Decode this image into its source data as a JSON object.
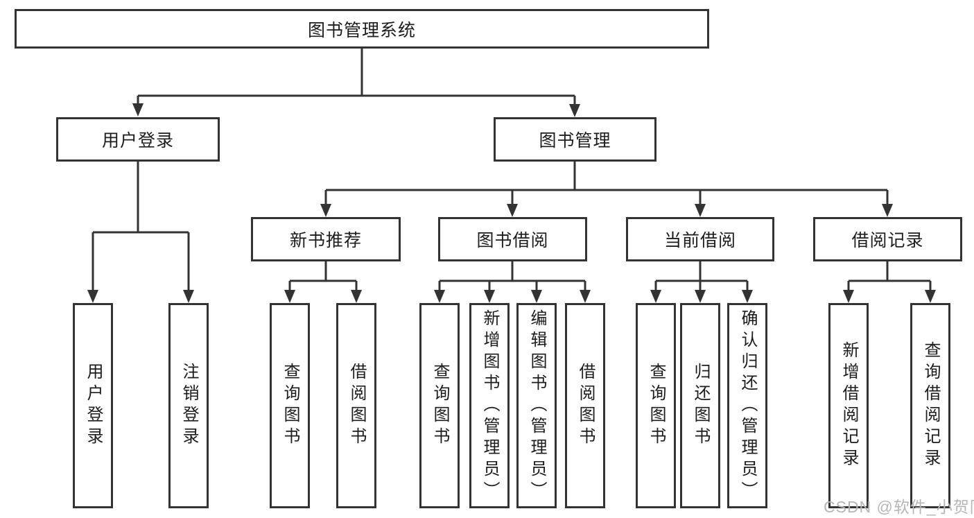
{
  "diagram": {
    "root": {
      "label": "图书管理系统"
    },
    "level2": [
      {
        "label": "用户登录"
      },
      {
        "label": "图书管理"
      }
    ],
    "level3": [
      {
        "label": "新书推荐"
      },
      {
        "label": "图书借阅"
      },
      {
        "label": "当前借阅"
      },
      {
        "label": "借阅记录"
      }
    ],
    "leaves": [
      {
        "label": "用户登录"
      },
      {
        "label": "注销登录"
      },
      {
        "label": "查询图书"
      },
      {
        "label": "借阅图书"
      },
      {
        "label": "查询图书"
      },
      {
        "label": "新增图书（管理员）"
      },
      {
        "label": "编辑图书（管理员）"
      },
      {
        "label": "借阅图书"
      },
      {
        "label": "查询图书"
      },
      {
        "label": "归还图书"
      },
      {
        "label": "确认归还（管理员）"
      },
      {
        "label": "新增借阅记录"
      },
      {
        "label": "查询借阅记录"
      }
    ],
    "watermark": "CSDN @软件_小贺同学",
    "colors": {
      "line": "#333333",
      "text": "#1c1c1c",
      "background": "#ffffff",
      "watermark": "#b6b6b6"
    }
  }
}
